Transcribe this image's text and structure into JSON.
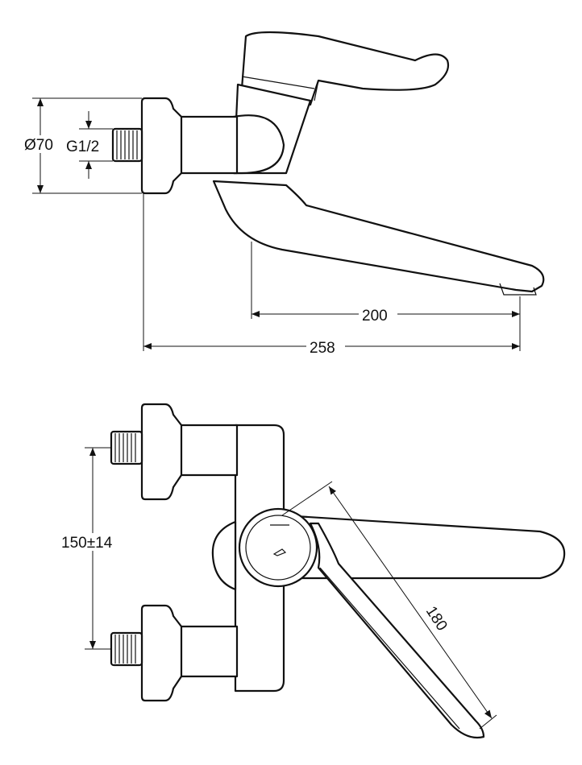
{
  "title": "Wall-mounted mixer tap dimension drawing",
  "side_view": {
    "diameter_label": "Ø70",
    "thread_label": "G1/2",
    "spout_reach_label": "200",
    "total_depth_label": "258"
  },
  "top_view": {
    "center_distance_label": "150±14",
    "lever_length_label": "180"
  }
}
